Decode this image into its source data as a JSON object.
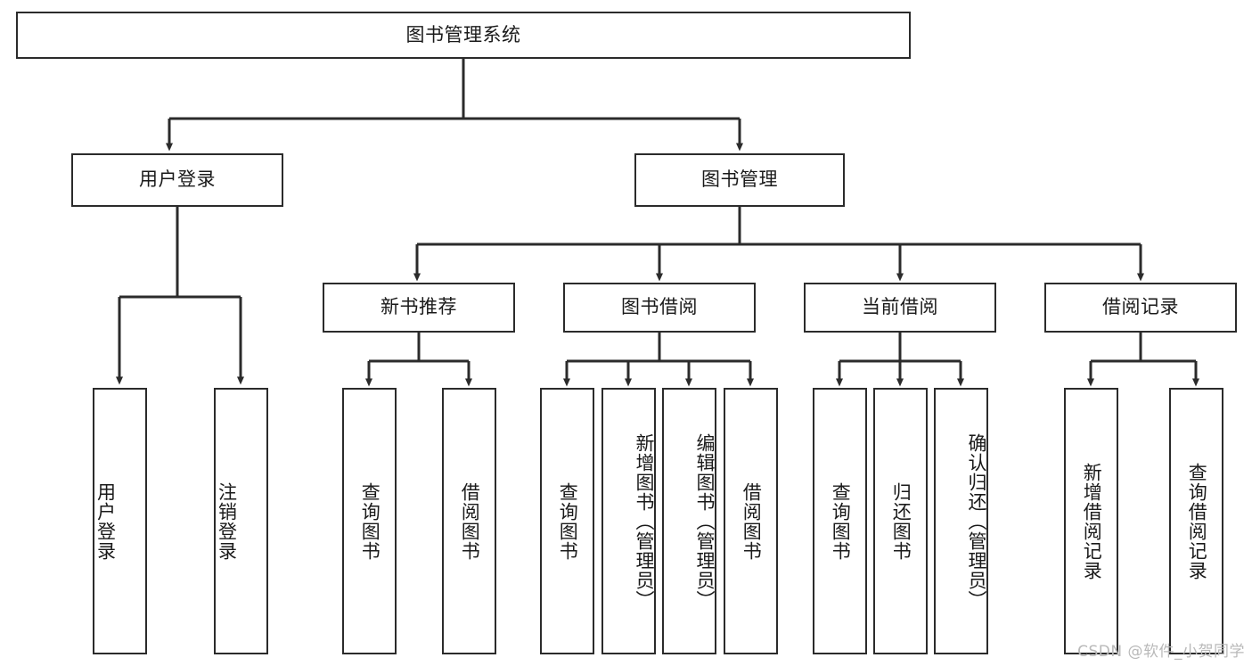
{
  "diagram": {
    "title": "图书管理系统",
    "style": {
      "box_stroke": "#2b2b2b",
      "box_fill": "#ffffff",
      "connector": "#2b2b2b",
      "text": "#1a1a1a",
      "background": "#ffffff",
      "watermark_color": "#b9b9b9"
    },
    "root": {
      "label": "图书管理系统"
    },
    "level2": [
      {
        "label": "用户登录"
      },
      {
        "label": "图书管理"
      }
    ],
    "level3": [
      {
        "label": "新书推荐"
      },
      {
        "label": "图书借阅"
      },
      {
        "label": "当前借阅"
      },
      {
        "label": "借阅记录"
      }
    ],
    "leaves": {
      "user_login": [
        {
          "label": "用户登录"
        },
        {
          "label": "注销登录"
        }
      ],
      "new_book_recommend": [
        {
          "label": "查询图书"
        },
        {
          "label": "借阅图书"
        }
      ],
      "book_borrow": [
        {
          "label": "查询图书"
        },
        {
          "label": "新增图书（管理员）"
        },
        {
          "label": "编辑图书（管理员）"
        },
        {
          "label": "借阅图书"
        }
      ],
      "current_borrow": [
        {
          "label": "查询图书"
        },
        {
          "label": "归还图书"
        },
        {
          "label": "确认归还（管理员）"
        }
      ],
      "borrow_record": [
        {
          "label": "新增借阅记录"
        },
        {
          "label": "查询借阅记录"
        }
      ]
    }
  },
  "watermark": {
    "text": "CSDN @软件_小贺同学"
  }
}
